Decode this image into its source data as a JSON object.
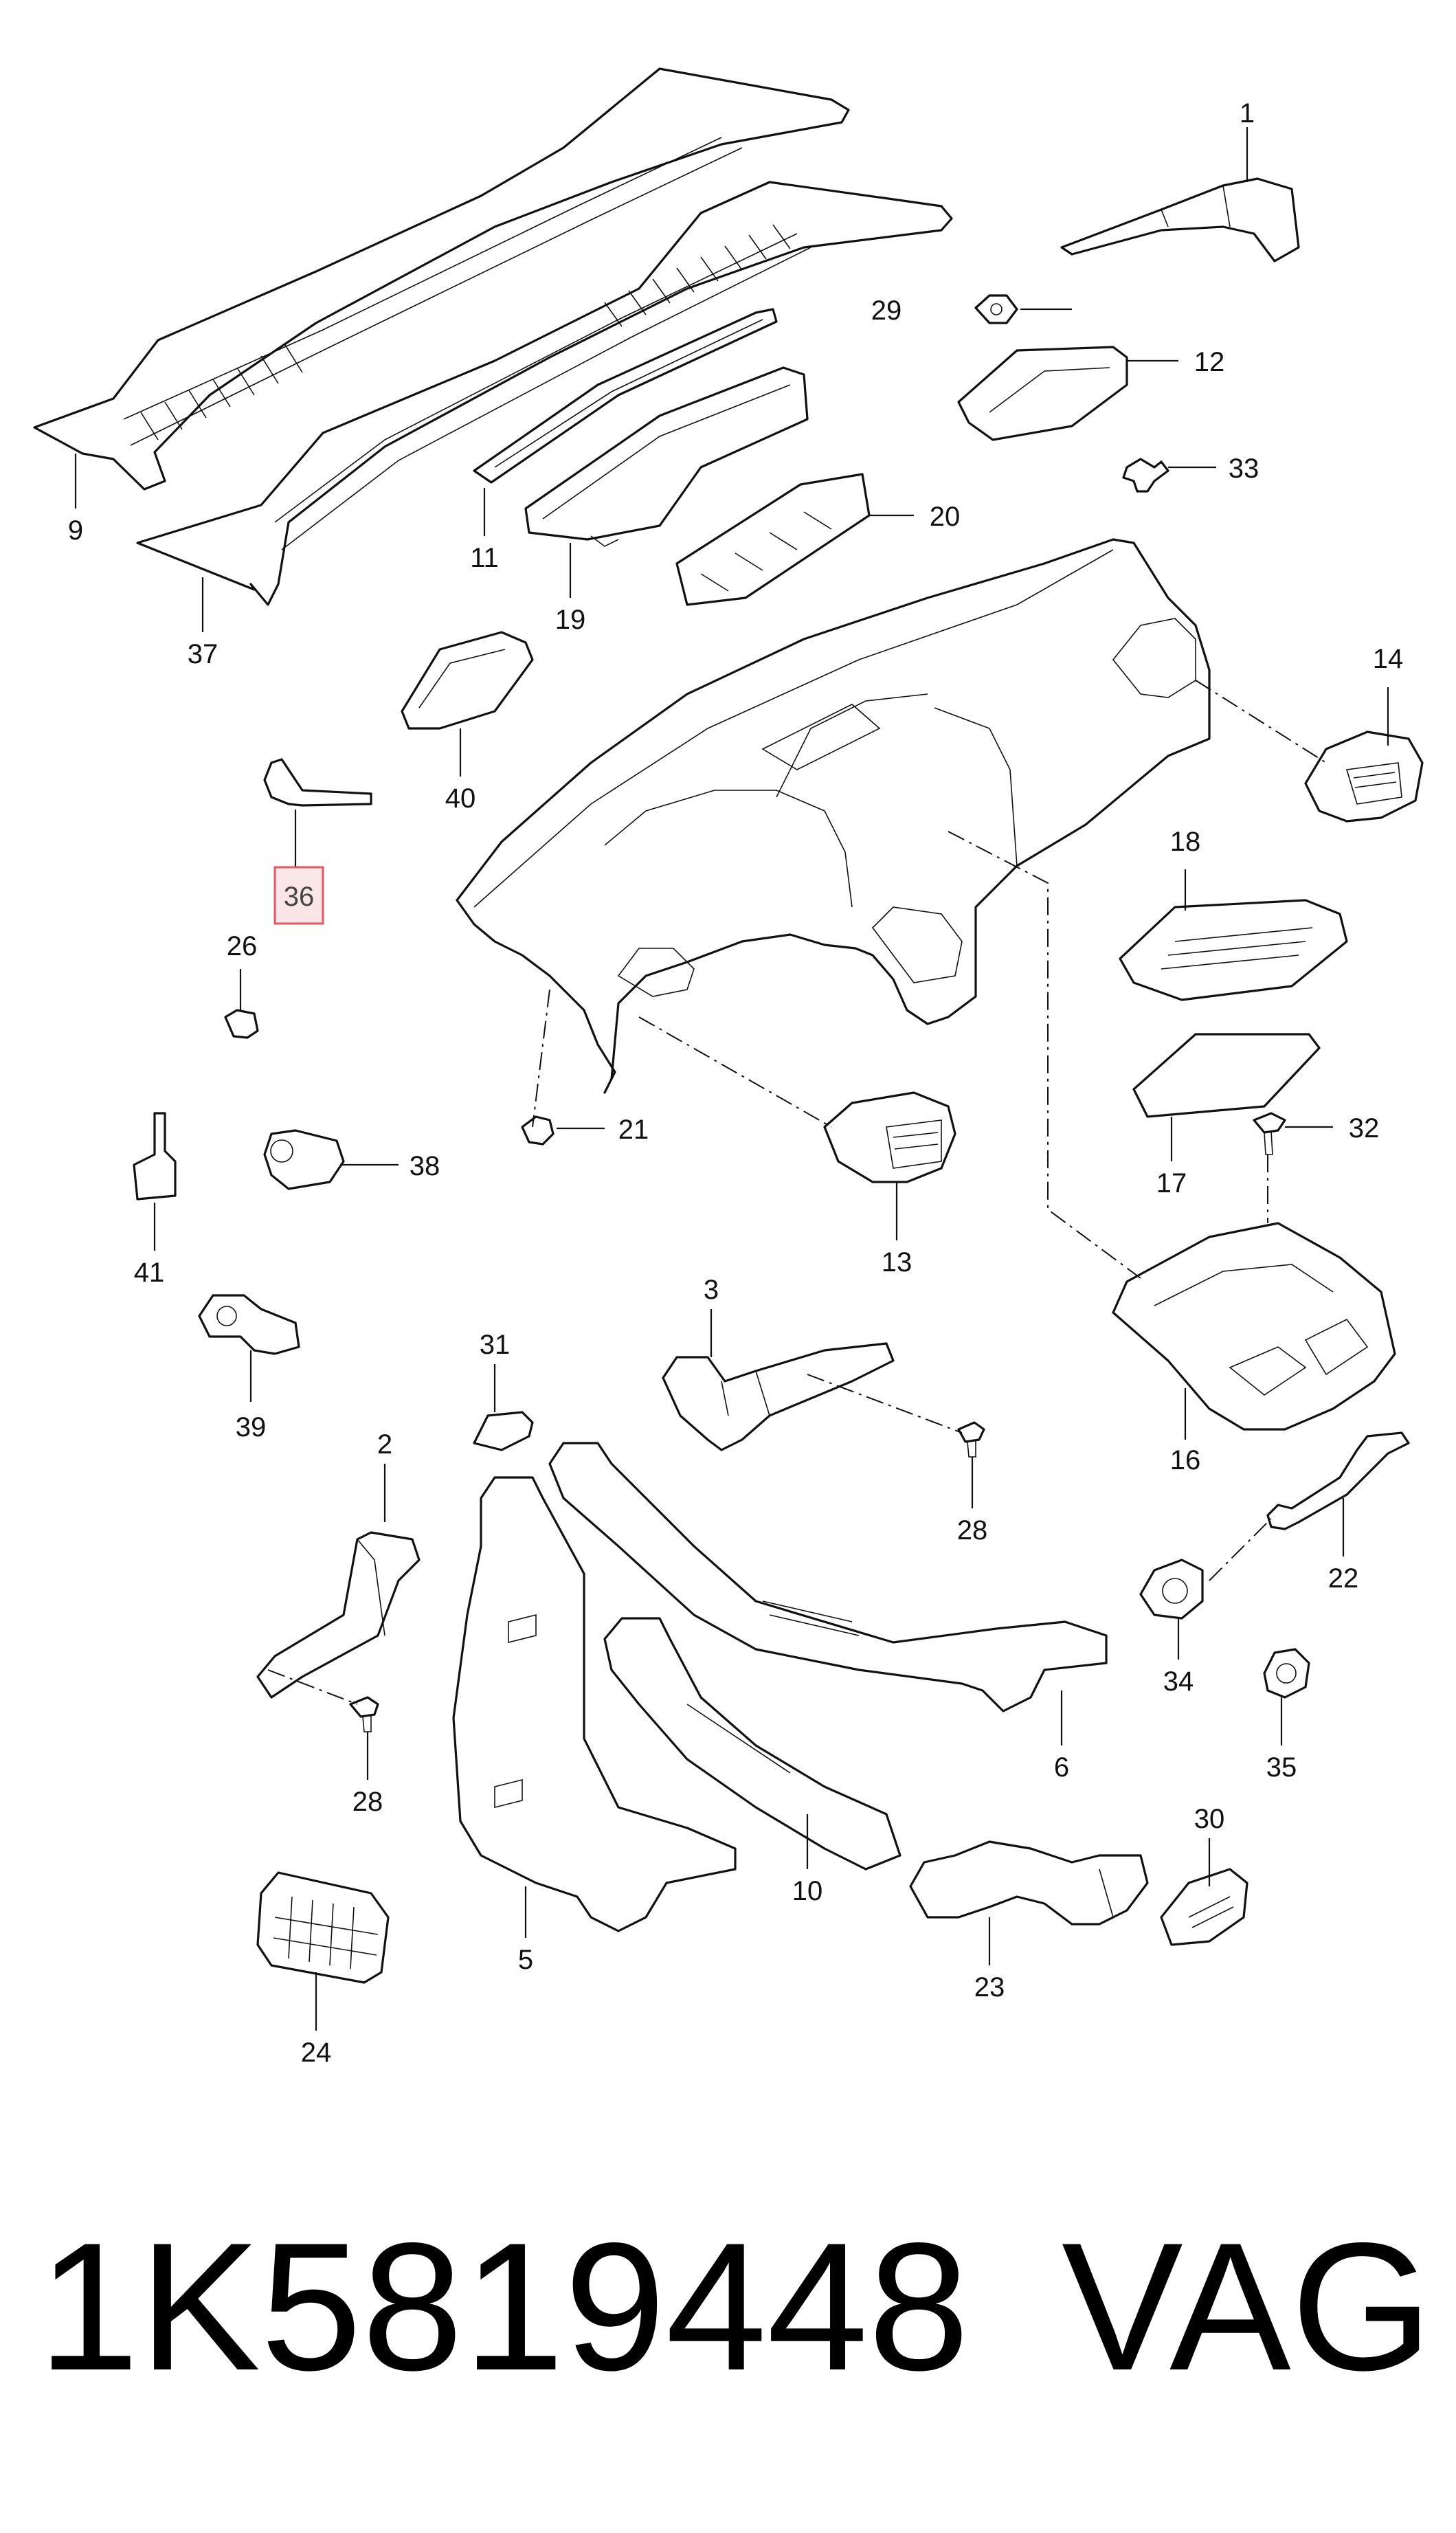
{
  "diagram": {
    "highlighted_label": "36",
    "callouts": {
      "p1": "1",
      "p2": "2",
      "p3": "3",
      "p5": "5",
      "p6": "6",
      "p9": "9",
      "p10": "10",
      "p11": "11",
      "p12": "12",
      "p13": "13",
      "p14": "14",
      "p16": "16",
      "p17": "17",
      "p18": "18",
      "p19": "19",
      "p20": "20",
      "p21": "21",
      "p22": "22",
      "p23": "23",
      "p24": "24",
      "p26": "26",
      "p28a": "28",
      "p28b": "28",
      "p29": "29",
      "p30": "30",
      "p31": "31",
      "p32": "32",
      "p33": "33",
      "p34": "34",
      "p35": "35",
      "p36": "36",
      "p37": "37",
      "p38": "38",
      "p39": "39",
      "p40": "40",
      "p41": "41"
    }
  },
  "footer": {
    "part_number": "1K5819448",
    "brand": "VAG"
  },
  "colors": {
    "line": "#111111",
    "highlight_fill": "#fbe6e7",
    "highlight_border": "#e05a63"
  }
}
